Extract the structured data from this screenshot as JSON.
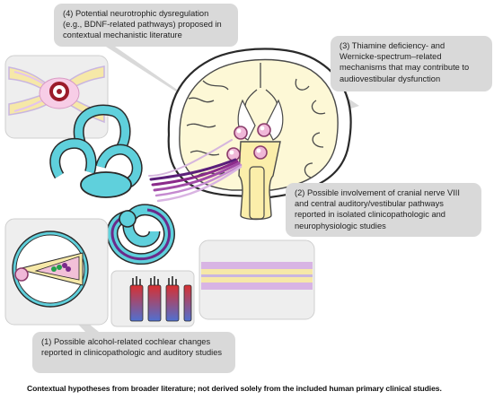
{
  "callouts": {
    "neurotrophic": "(4) Potential neurotrophic dysregulation (e.g., BDNF-related pathways) proposed in contextual mechanistic literature",
    "thiamine": "(3) Thiamine deficiency- and Wernicke-spectrum–related mechanisms that may contribute to audiovestibular dysfunction",
    "nerve": "(2) Possible involvement of cranial nerve VIII and central auditory/vestibular pathways reported in isolated clinicopathologic and neurophysiologic studies",
    "cochlear": "(1) Possible alcohol-related cochlear changes reported in clinicopathologic and auditory studies"
  },
  "footer": "Contextual hypotheses from broader literature; not derived solely from the included human primary clinical studies.",
  "colors": {
    "callout_bg": "#d9d9d9",
    "panel_bg": "#eeeeee",
    "brain_fill": "#fdf8d6",
    "brainstem_fill": "#fbeeaa",
    "nuclei_fill": "#f0b8d8",
    "inner_ear_fill": "#5fd0dc",
    "nerve_purple": "#8a2a8a",
    "hair_cell_red": "#d83030",
    "hair_cell_blue": "#5070d0"
  }
}
